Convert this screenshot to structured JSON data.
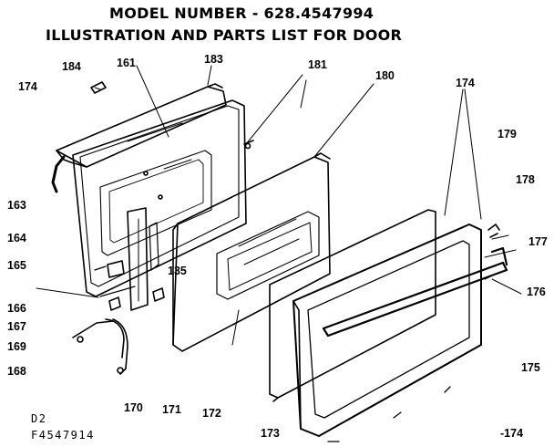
{
  "header": {
    "model_line": "MODEL NUMBER - 628.4547994",
    "subtitle": "ILLUSTRATION AND PARTS LIST FOR DOOR"
  },
  "callouts": {
    "c184": "184",
    "c161": "161",
    "c183": "183",
    "c181": "181",
    "c180": "180",
    "c174_top_left": "174",
    "c174_top_right": "174",
    "c179": "179",
    "c178": "178",
    "c177": "177",
    "c176": "176",
    "c175": "175",
    "c174_bottom": "-174",
    "c163": "163",
    "c164": "164",
    "c165": "165",
    "c166": "166",
    "c167": "167",
    "c169": "169",
    "c168": "168",
    "c135": "135",
    "c170": "170",
    "c171": "171",
    "c172": "172",
    "c173": "173"
  },
  "footer": {
    "page_code": "D2",
    "drawing_number": "F4547914"
  },
  "icons": {
    "line_color": "#000000",
    "background": "#ffffff"
  }
}
